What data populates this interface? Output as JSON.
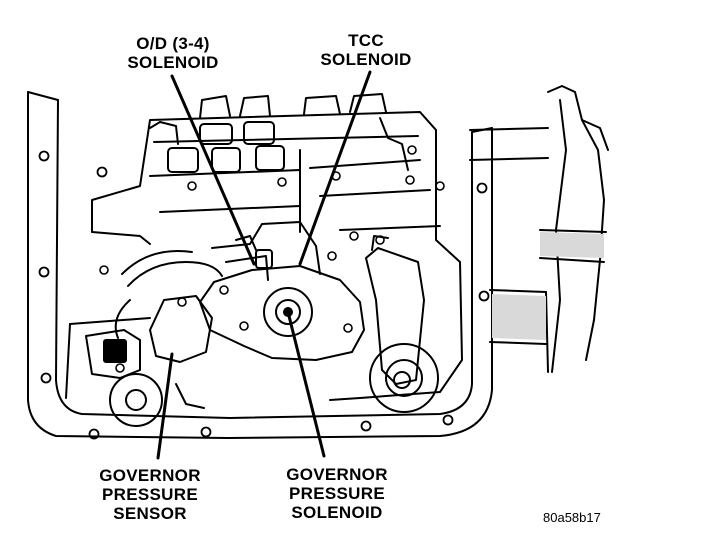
{
  "labels": {
    "od_solenoid": {
      "line1": "O/D (3-4)",
      "line2": "SOLENOID"
    },
    "tcc_solenoid": {
      "line1": "TCC",
      "line2": "SOLENOID"
    },
    "governor_pressure_sensor": {
      "line1": "GOVERNOR",
      "line2": "PRESSURE",
      "line3": "SENSOR"
    },
    "governor_pressure_solenoid": {
      "line1": "GOVERNOR",
      "line2": "PRESSURE",
      "line3": "SOLENOID"
    }
  },
  "figure_id": "80a58b17",
  "colors": {
    "ink": "#000000",
    "paper": "#ffffff",
    "shade": "#d9d9d9"
  }
}
